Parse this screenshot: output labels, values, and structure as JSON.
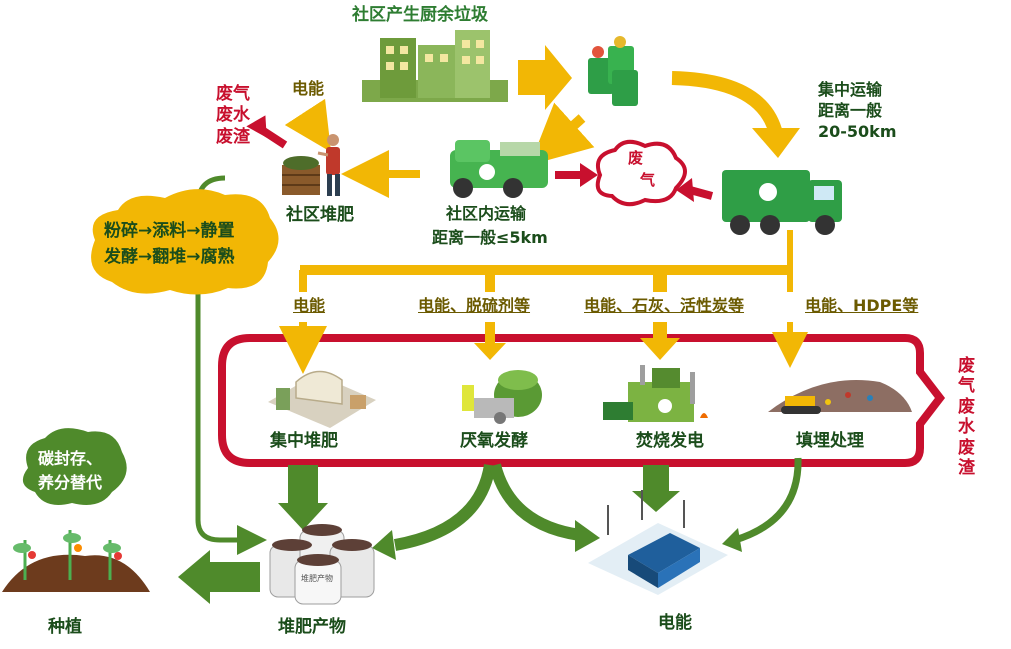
{
  "labels": {
    "community_waste": "社区产生厨余垃圾",
    "energy_top": "电能",
    "waste_left": [
      "废气",
      "废水",
      "废渣"
    ],
    "community_compost": "社区堆肥",
    "process_line1": "粉碎→添料→静置",
    "process_line2": "发酵→翻堆→腐熟",
    "in_transport_line1": "社区内运输",
    "in_transport_line2": "距离一般≤5km",
    "central_transport_line1": "集中运输",
    "central_transport_line2": "距离一般",
    "central_transport_line3": "20-50km",
    "exhaust_cloud": [
      "废",
      "气"
    ],
    "inputs": [
      "电能",
      "电能、脱硫剂等",
      "电能、石灰、活性炭等",
      "电能、HDPE等"
    ],
    "facilities": [
      "集中堆肥",
      "厌氧发酵",
      "焚烧发电",
      "填埋处理"
    ],
    "waste_right": [
      "废",
      "气",
      "废",
      "水",
      "废",
      "渣"
    ],
    "carbon_line1": "碳封存、",
    "carbon_line2": "养分替代",
    "planting": "种植",
    "compost_product": "堆肥产物",
    "energy_bottom": "电能",
    "bag_text": "堆肥产物"
  },
  "colors": {
    "gold": "#f2b705",
    "red": "#c8102e",
    "green": "#4f8a2b",
    "green_label": "#2e7d32",
    "olive_label": "#6b5a00"
  },
  "icons": [
    "buildings-icon",
    "waste-bins-icon",
    "small-truck-icon",
    "garbage-truck-icon",
    "farmer-compost-icon",
    "compost-plant-icon",
    "digester-icon",
    "incinerator-icon",
    "landfill-icon",
    "compost-bags-icon",
    "power-station-icon",
    "plants-icon"
  ]
}
